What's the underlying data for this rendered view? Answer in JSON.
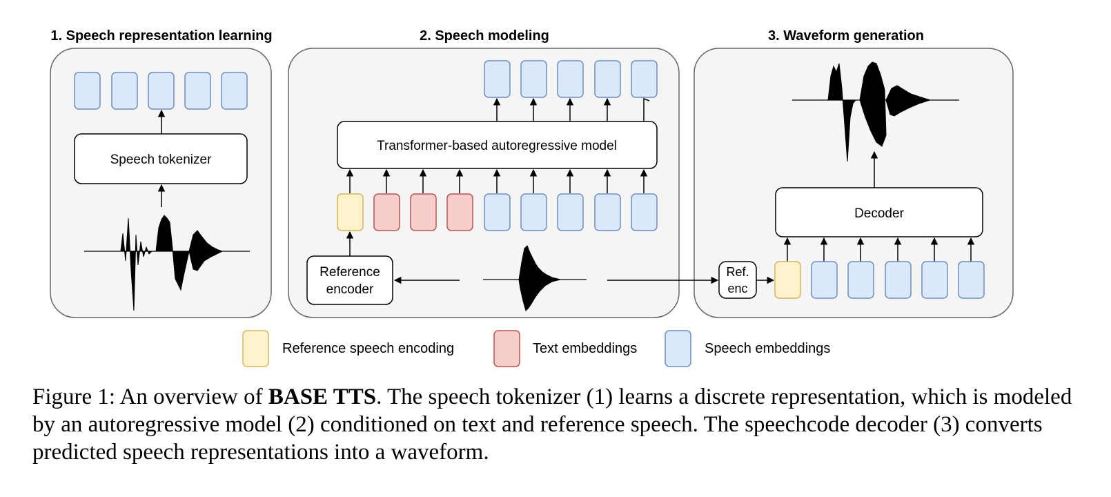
{
  "panels": {
    "p1": {
      "title": "1. Speech representation learning",
      "tokenizer_label": "Speech tokenizer"
    },
    "p2": {
      "title": "2. Speech modeling",
      "model_label": "Transformer-based autoregressive model",
      "ref_encoder_line1": "Reference",
      "ref_encoder_line2": "encoder"
    },
    "p3": {
      "title": "3. Waveform generation",
      "decoder_label": "Decoder",
      "ref_enc_line1": "Ref.",
      "ref_enc_line2": "enc"
    }
  },
  "legend": {
    "reference": "Reference speech encoding",
    "text": "Text embeddings",
    "speech": "Speech embeddings"
  },
  "colors": {
    "reference_fill": "#fff2cc",
    "reference_stroke": "#d6b656",
    "text_fill": "#f8cecc",
    "text_stroke": "#b85450",
    "speech_fill": "#dae8fc",
    "speech_stroke": "#6c8ebf",
    "panel_fill": "#f5f5f5",
    "panel_stroke": "#666666"
  },
  "caption": {
    "prefix": "Figure 1: An overview of ",
    "bold": "BASE TTS",
    "suffix": ". The speech tokenizer (1) learns a discrete representation, which is modeled by an autoregressive model (2) conditioned on text and reference speech. The speechcode decoder (3) converts predicted speech representations into a waveform."
  }
}
